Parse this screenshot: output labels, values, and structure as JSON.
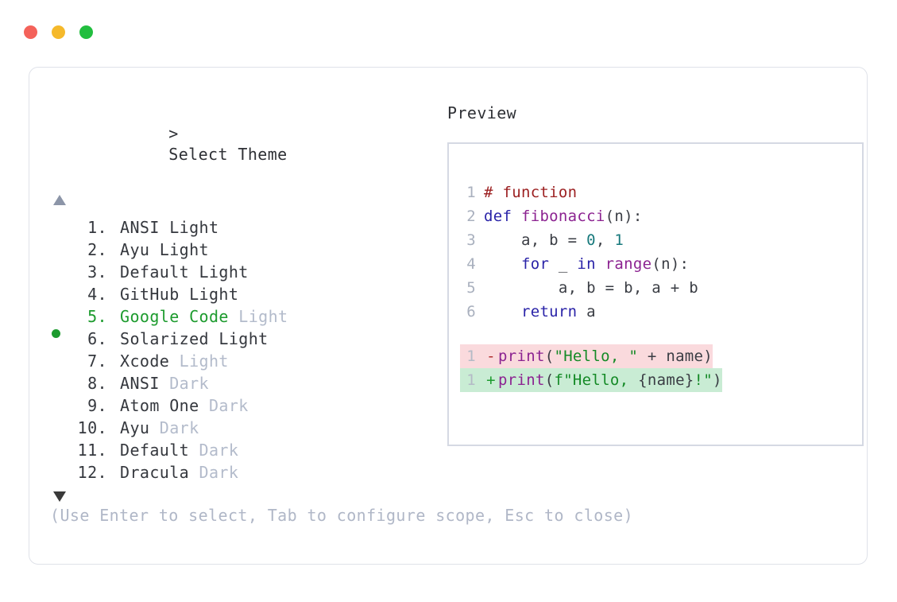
{
  "window": {
    "controls": [
      {
        "name": "close",
        "color": "#f4625a"
      },
      {
        "name": "minimize",
        "color": "#f5b92b"
      },
      {
        "name": "maximize",
        "color": "#22be3f"
      }
    ]
  },
  "picker": {
    "caret": ">",
    "title": "Select Theme",
    "scroll_up_indicator": "▲",
    "scroll_down_indicator": "▼",
    "selected_index": 5,
    "selected_bullet": "●",
    "index_separator": ".",
    "items": [
      {
        "index": "1.",
        "name": "ANSI",
        "suffix": "Light",
        "suffix_muted": false,
        "selected": false
      },
      {
        "index": "2.",
        "name": "Ayu",
        "suffix": "Light",
        "suffix_muted": false,
        "selected": false
      },
      {
        "index": "3.",
        "name": "Default",
        "suffix": "Light",
        "suffix_muted": false,
        "selected": false
      },
      {
        "index": "4.",
        "name": "GitHub",
        "suffix": "Light",
        "suffix_muted": false,
        "selected": false
      },
      {
        "index": "5.",
        "name": "Google Code",
        "suffix": "Light",
        "suffix_muted": true,
        "selected": true
      },
      {
        "index": "6.",
        "name": "Solarized",
        "suffix": "Light",
        "suffix_muted": false,
        "selected": false
      },
      {
        "index": "7.",
        "name": "Xcode",
        "suffix": "Light",
        "suffix_muted": true,
        "selected": false
      },
      {
        "index": "8.",
        "name": "ANSI",
        "suffix": "Dark",
        "suffix_muted": true,
        "selected": false
      },
      {
        "index": "9.",
        "name": "Atom One",
        "suffix": "Dark",
        "suffix_muted": true,
        "selected": false
      },
      {
        "index": "10.",
        "name": "Ayu",
        "suffix": "Dark",
        "suffix_muted": true,
        "selected": false
      },
      {
        "index": "11.",
        "name": "Default",
        "suffix": "Dark",
        "suffix_muted": true,
        "selected": false
      },
      {
        "index": "12.",
        "name": "Dracula",
        "suffix": "Dark",
        "suffix_muted": true,
        "selected": false
      }
    ]
  },
  "preview": {
    "label": "Preview",
    "code_lines": [
      {
        "ln": "1",
        "tokens": [
          {
            "t": "# function",
            "c": "comment"
          }
        ]
      },
      {
        "ln": "2",
        "tokens": [
          {
            "t": "def ",
            "c": "kw"
          },
          {
            "t": "fibonacci",
            "c": "fn"
          },
          {
            "t": "(n):",
            "c": "punct"
          }
        ]
      },
      {
        "ln": "3",
        "tokens": [
          {
            "t": "    a, b = ",
            "c": "plain"
          },
          {
            "t": "0",
            "c": "num"
          },
          {
            "t": ", ",
            "c": "plain"
          },
          {
            "t": "1",
            "c": "num"
          }
        ]
      },
      {
        "ln": "4",
        "tokens": [
          {
            "t": "    ",
            "c": "plain"
          },
          {
            "t": "for",
            "c": "kw"
          },
          {
            "t": " _ ",
            "c": "plain"
          },
          {
            "t": "in",
            "c": "kw"
          },
          {
            "t": " ",
            "c": "plain"
          },
          {
            "t": "range",
            "c": "fn"
          },
          {
            "t": "(n):",
            "c": "punct"
          }
        ]
      },
      {
        "ln": "5",
        "tokens": [
          {
            "t": "        a, b = b, a + b",
            "c": "plain"
          }
        ]
      },
      {
        "ln": "6",
        "tokens": [
          {
            "t": "    ",
            "c": "plain"
          },
          {
            "t": "return",
            "c": "kw"
          },
          {
            "t": " a",
            "c": "plain"
          }
        ]
      }
    ],
    "diff_lines": [
      {
        "ln": "1",
        "sign": "-",
        "kind": "del",
        "tokens": [
          {
            "t": "print",
            "c": "fn"
          },
          {
            "t": "(",
            "c": "punct"
          },
          {
            "t": "\"Hello, \"",
            "c": "str"
          },
          {
            "t": " + name)",
            "c": "plain"
          }
        ]
      },
      {
        "ln": "1",
        "sign": "+",
        "kind": "add",
        "tokens": [
          {
            "t": "print",
            "c": "fn"
          },
          {
            "t": "(",
            "c": "punct"
          },
          {
            "t": "f\"Hello, ",
            "c": "str"
          },
          {
            "t": "{name}",
            "c": "plain"
          },
          {
            "t": "!\"",
            "c": "str"
          },
          {
            "t": ")",
            "c": "punct"
          }
        ]
      }
    ]
  },
  "hint": "(Use Enter to select, Tab to configure scope, Esc to close)",
  "colors": {
    "accent_green": "#1d9b2e",
    "muted_text": "#b3bbcb",
    "body_text": "#35383e",
    "panel_border": "#d5d9e3",
    "card_border": "#dfe2e9",
    "diff_add_bg": "#c9ecd4",
    "diff_del_bg": "#fadadd"
  }
}
